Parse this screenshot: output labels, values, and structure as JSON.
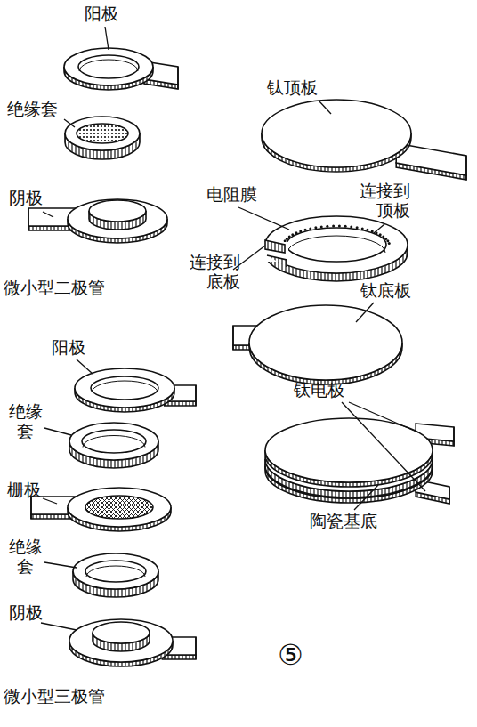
{
  "diagram": {
    "labels": [
      "阳极",
      "绝缘套",
      "阴极",
      "微小型二极管",
      "钛顶板",
      "电阻膜",
      "连接到 顶板",
      "连接到 底板",
      "钛底板",
      "钛电极",
      "陶瓷基底",
      "阳极",
      "绝缘 套",
      "栅极",
      "绝缘 套",
      "阴极",
      "微小型三极管",
      "⑤"
    ]
  }
}
